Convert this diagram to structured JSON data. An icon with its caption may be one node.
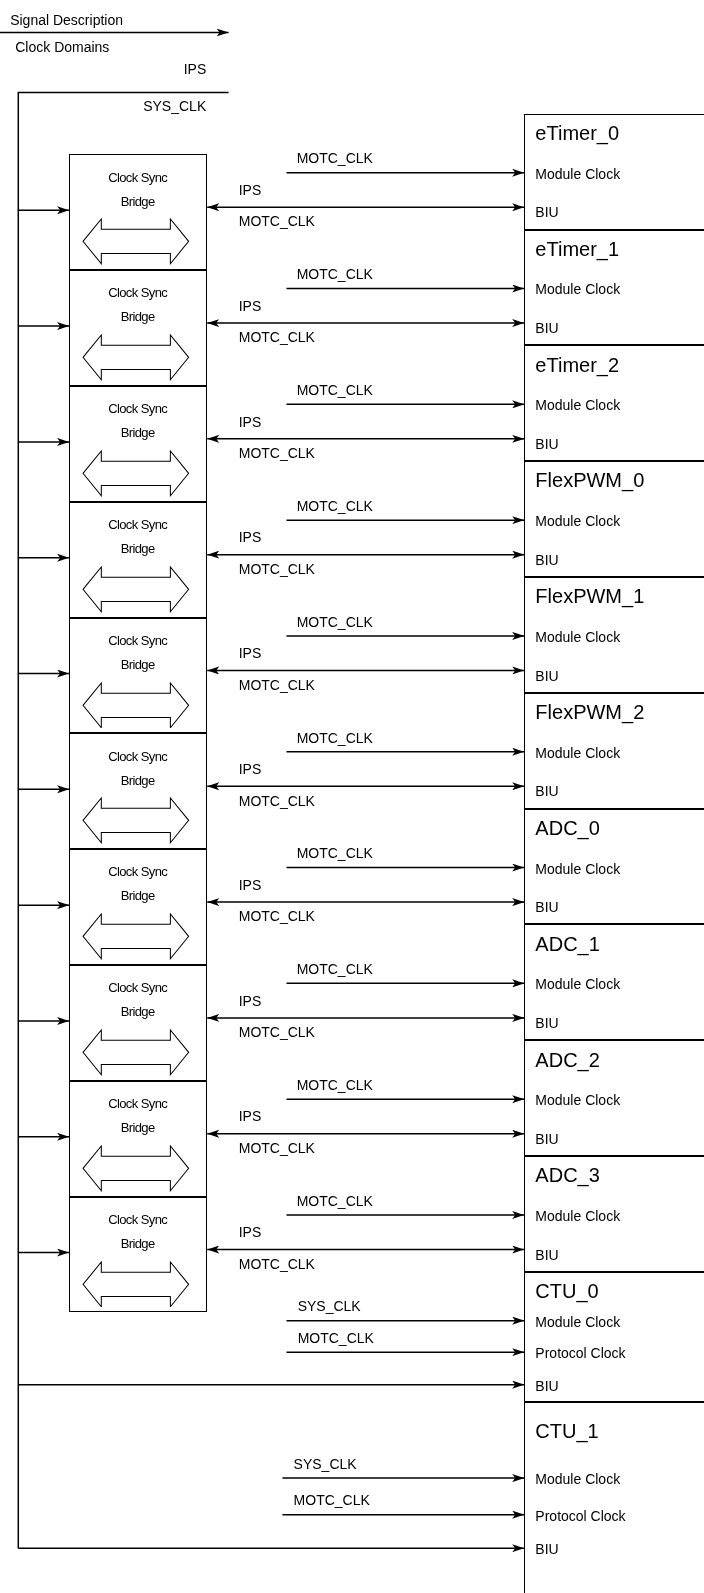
{
  "diagram": {
    "nodes": [
      {
        "text": [
          "eTimer_0",
          "Module Clock",
          "BIU"
        ]
      },
      {
        "text": [
          "Clock Sync Bridge"
        ]
      },
      {
        "text": [
          "eTimer_1",
          "Module Clock",
          "BIU"
        ]
      },
      {
        "text": [
          "Clock Sync Bridge"
        ]
      },
      {
        "text": [
          "eTimer_2",
          "Module Clock",
          "BIU"
        ]
      },
      {
        "text": [
          "Clock Sync Bridge"
        ]
      },
      {
        "text": [
          "FlexPWM_0",
          "Module Clock",
          "BIU"
        ]
      },
      {
        "text": [
          "Clock Sync Bridge"
        ]
      },
      {
        "text": [
          "FlexPWM_1",
          "Module Clock",
          "BIU"
        ]
      },
      {
        "text": [
          "Clock Sync Bridge"
        ]
      },
      {
        "text": [
          "FlexPWM_2",
          "Module Clock",
          "BIU"
        ]
      },
      {
        "text": [
          "Clock Sync Bridge"
        ]
      },
      {
        "text": [
          "ADC_0",
          "Module Clock",
          "BIU"
        ]
      },
      {
        "text": [
          "Clock Sync Bridge"
        ]
      },
      {
        "text": [
          "ADC_1",
          "Module Clock",
          "BIU"
        ]
      },
      {
        "text": [
          "Clock Sync Bridge"
        ]
      },
      {
        "text": [
          "ADC_2",
          "Module Clock",
          "BIU"
        ]
      },
      {
        "text": [
          "Clock Sync Bridge"
        ]
      },
      {
        "text": [
          "ADC_3",
          "Module Clock",
          "BIU"
        ]
      },
      {
        "text": [
          "Clock Sync Bridge"
        ]
      },
      {
        "text": [
          "CTU_0",
          "Module Clock",
          "Protocol Clock",
          "BIU"
        ]
      },
      {
        "text": [
          "CTU_1",
          "Module Clock",
          "Protocol Clock",
          "BIU"
        ]
      }
    ],
    "edges": [
      {
        "from": null,
        "to": 0,
        "arrow": "to",
        "label": "MOTC_CLK"
      },
      {
        "from": 1,
        "to": 0,
        "arrow": "both",
        "label": "IPS"
      },
      {
        "from": null,
        "to": 1,
        "arrow": "to"
      },
      {
        "from": null,
        "to": 2,
        "arrow": "to",
        "label": "MOTC_CLK"
      },
      {
        "from": 3,
        "to": 2,
        "arrow": "both",
        "label": "IPS"
      },
      {
        "from": null,
        "to": 3,
        "arrow": "to"
      },
      {
        "from": null,
        "to": 4,
        "arrow": "to",
        "label": "MOTC_CLK"
      },
      {
        "from": 5,
        "to": 4,
        "arrow": "both",
        "label": "IPS"
      },
      {
        "from": null,
        "to": 5,
        "arrow": "to"
      },
      {
        "from": null,
        "to": 6,
        "arrow": "to",
        "label": "MOTC_CLK"
      },
      {
        "from": 7,
        "to": 6,
        "arrow": "both",
        "label": "IPS"
      },
      {
        "from": null,
        "to": 7,
        "arrow": "to"
      },
      {
        "from": null,
        "to": 8,
        "arrow": "to",
        "label": "MOTC_CLK"
      },
      {
        "from": 9,
        "to": 8,
        "arrow": "both",
        "label": "IPS"
      },
      {
        "from": null,
        "to": 9,
        "arrow": "to"
      },
      {
        "from": null,
        "to": 10,
        "arrow": "to",
        "label": "MOTC_CLK"
      },
      {
        "from": 11,
        "to": 10,
        "arrow": "both",
        "label": "IPS"
      },
      {
        "from": null,
        "to": 11,
        "arrow": "to"
      },
      {
        "from": null,
        "to": 12,
        "arrow": "to",
        "label": "MOTC_CLK"
      },
      {
        "from": 13,
        "to": 12,
        "arrow": "both",
        "label": "IPS"
      },
      {
        "from": null,
        "to": 13,
        "arrow": "to"
      },
      {
        "from": null,
        "to": 14,
        "arrow": "to",
        "label": "MOTC_CLK"
      },
      {
        "from": 15,
        "to": 14,
        "arrow": "both",
        "label": "IPS"
      },
      {
        "from": null,
        "to": 15,
        "arrow": "to"
      },
      {
        "from": null,
        "to": 16,
        "arrow": "to",
        "label": "MOTC_CLK"
      },
      {
        "from": 17,
        "to": 16,
        "arrow": "both",
        "label": "IPS"
      },
      {
        "from": null,
        "to": 17,
        "arrow": "to"
      },
      {
        "from": null,
        "to": 18,
        "arrow": "to",
        "label": "MOTC_CLK"
      },
      {
        "from": 19,
        "to": 18,
        "arrow": "both",
        "label": "IPS"
      },
      {
        "from": null,
        "to": 19,
        "arrow": "to"
      },
      {
        "from": null,
        "to": 20,
        "arrow": "to",
        "label": "SYS_CLK"
      },
      {
        "from": null,
        "to": 20,
        "arrow": "to",
        "label": "MOTC_CLK"
      },
      {
        "from": null,
        "to": 20,
        "arrow": "to"
      },
      {
        "from": null,
        "to": 21,
        "arrow": "to",
        "label": "SYS_CLK"
      },
      {
        "from": null,
        "to": 21,
        "arrow": "to",
        "label": "MOTC_CLK"
      },
      {
        "from": null,
        "to": 21,
        "arrow": "to"
      }
    ],
    "labels": [
      "Signal Description",
      "Clock Domains",
      "IPS",
      "SYS_CLK",
      "MOTC_CLK",
      "MOTC_CLK",
      "MOTC_CLK",
      "MOTC_CLK",
      "MOTC_CLK",
      "MOTC_CLK",
      "MOTC_CLK",
      "MOTC_CLK",
      "MOTC_CLK",
      "MOTC_CLK"
    ]
  }
}
